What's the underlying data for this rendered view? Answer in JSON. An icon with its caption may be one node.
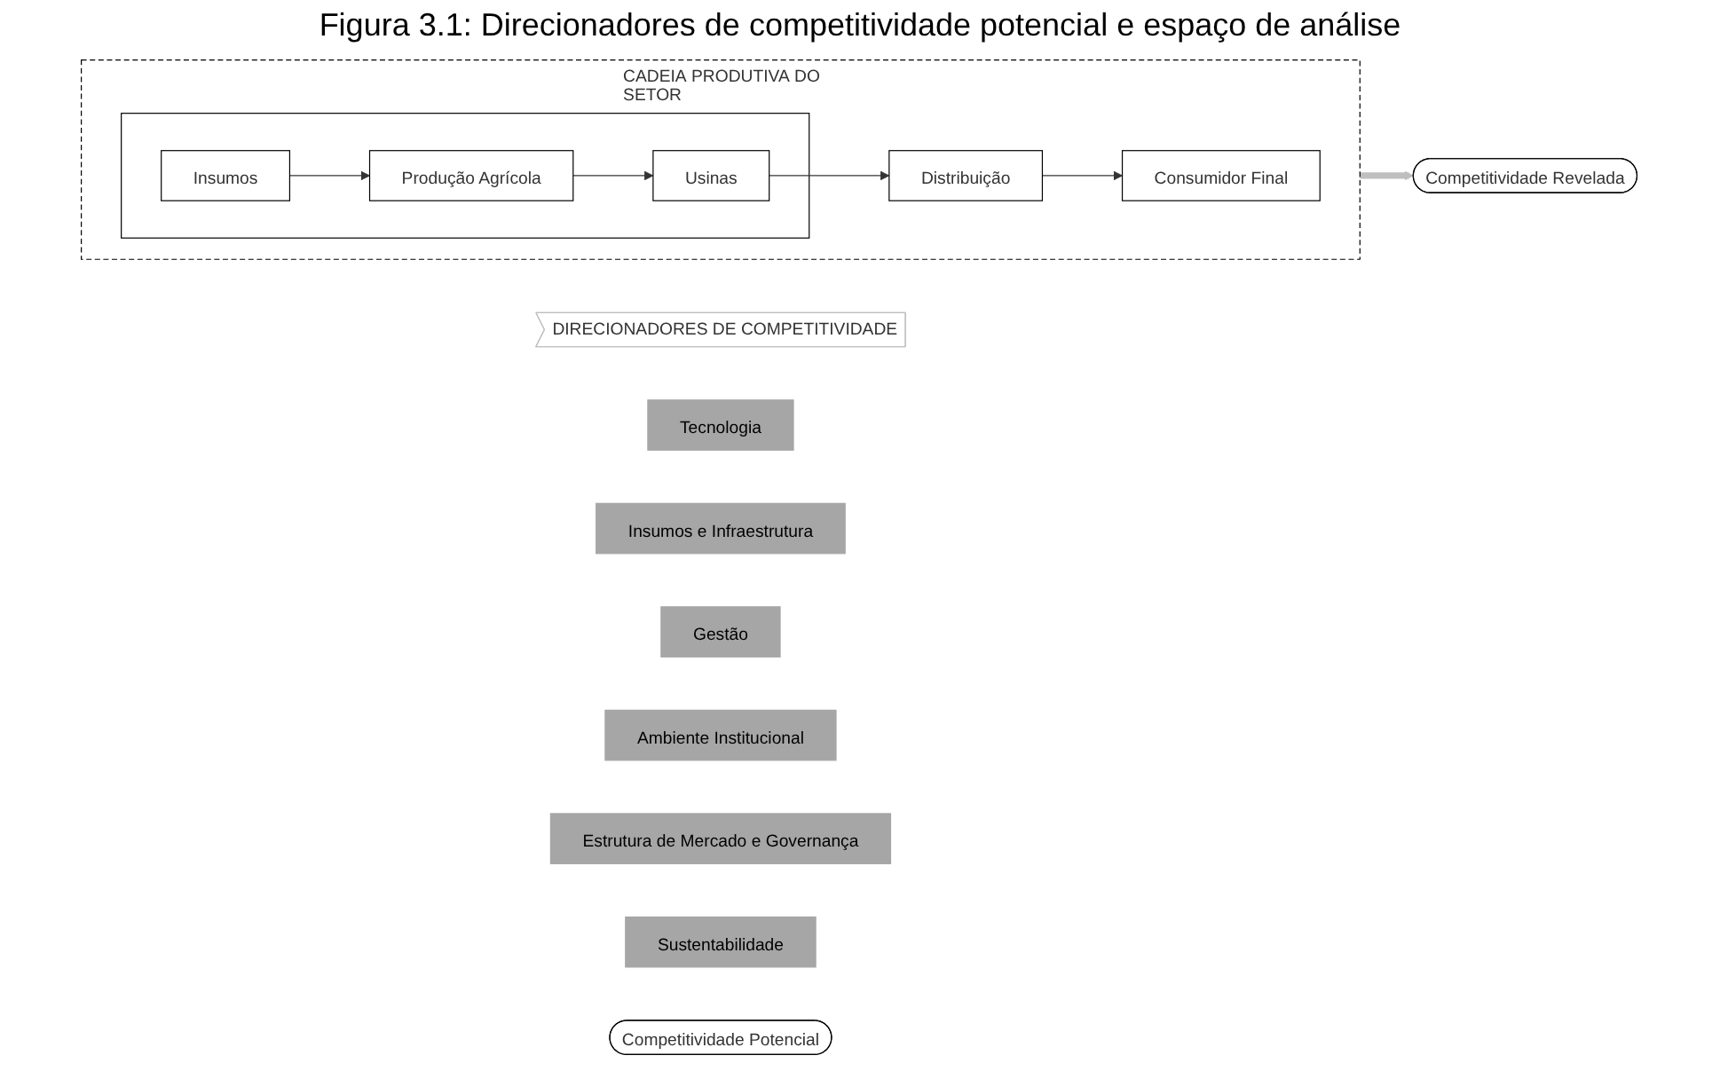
{
  "diagram": {
    "title": "Figura 3.1: Direcionadores de competitividade potencial e espaço de análise",
    "nodes": [
      {
        "text": [
          "CADEIA PRODUTIVA DO SETOR"
        ]
      },
      {
        "text": [],
        "shape": "box",
        "in": 0
      },
      {
        "text": [
          "Insumos"
        ],
        "in": 1
      },
      {
        "text": [
          "Produção Agrícola"
        ],
        "in": 1
      },
      {
        "text": [
          "Usinas"
        ],
        "in": 1
      },
      {
        "text": [
          "Distribuição"
        ],
        "in": 0
      },
      {
        "text": [
          "Consumidor Final"
        ],
        "in": 0
      },
      {
        "text": [
          "Competitividade Revelada"
        ]
      },
      {
        "text": [
          "DIRECIONADORES DE COMPETITIVIDADE"
        ]
      },
      {
        "text": [
          "Tecnologia"
        ]
      },
      {
        "text": [
          "Insumos e Infraestrutura"
        ]
      },
      {
        "text": [
          "Gestão"
        ]
      },
      {
        "text": [
          "Ambiente Institucional"
        ]
      },
      {
        "text": [
          "Estrutura de Mercado e Governança"
        ]
      },
      {
        "text": [
          "Sustentabilidade"
        ]
      },
      {
        "text": [
          "Competitividade Potencial"
        ]
      }
    ],
    "edges": [
      {
        "from": 2,
        "to": 3,
        "arrow": "to"
      },
      {
        "from": 3,
        "to": 4,
        "arrow": "to"
      },
      {
        "from": 4,
        "to": 5,
        "arrow": "to"
      },
      {
        "from": 5,
        "to": 6,
        "arrow": "to"
      },
      {
        "from": 0,
        "to": 7,
        "arrow": "to",
        "style": "thick",
        "color": "#bfbfbf"
      }
    ]
  }
}
